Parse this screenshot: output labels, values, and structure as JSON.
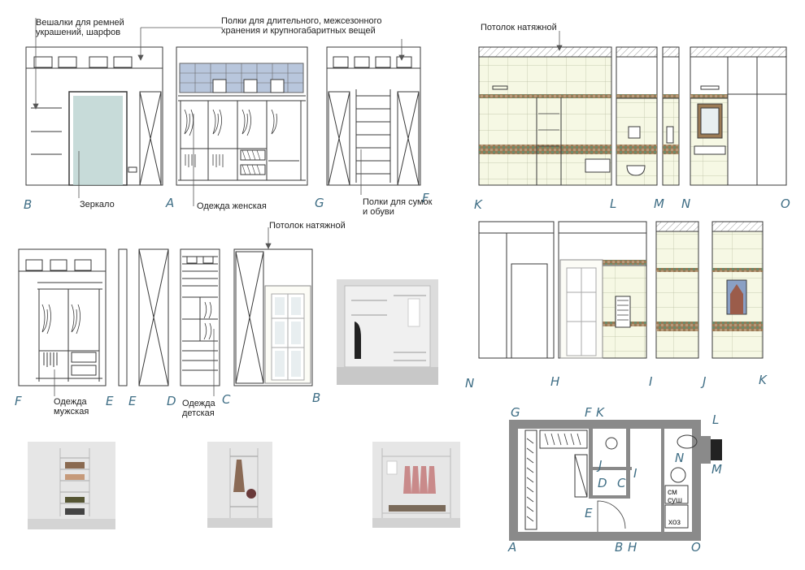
{
  "labels": {
    "hangers": "Вешалки для ремней украшений, шарфов",
    "long_term_shelves": "Полки для длительного, межсезонного хранения и крупногабаритных вещей",
    "mirror": "Зеркало",
    "womens_clothes": "Одежда женская",
    "bags_shoes_shelves": "Полки для сумок и обуви",
    "stretch_ceiling_top": "Потолок натяжной",
    "stretch_ceiling_mid": "Потолок натяжной",
    "mens_clothes": "Одежда мужская",
    "kids_clothes": "Одежда детская",
    "plan_washing": "см суш",
    "plan_utility": "хоз"
  },
  "letters": {
    "r1": [
      "B",
      "A",
      "G",
      "F"
    ],
    "r1_right": [
      "K",
      "L",
      "M",
      "N",
      "O"
    ],
    "r2": [
      "F",
      "E",
      "E",
      "D",
      "C",
      "B"
    ],
    "r2_right": [
      "N",
      "H",
      "I",
      "J",
      "K"
    ],
    "plan": [
      "G",
      "F",
      "K",
      "L",
      "N",
      "M",
      "J",
      "I",
      "D",
      "C",
      "E",
      "A",
      "B",
      "H",
      "O"
    ]
  },
  "colors": {
    "line": "#3a3a3a",
    "tile": "#f6f8e4",
    "mosaic": "#9b7a55",
    "glass": "#b9d2d0",
    "letters": "#3f6e85",
    "wall_fill": "#8a8a8a"
  }
}
